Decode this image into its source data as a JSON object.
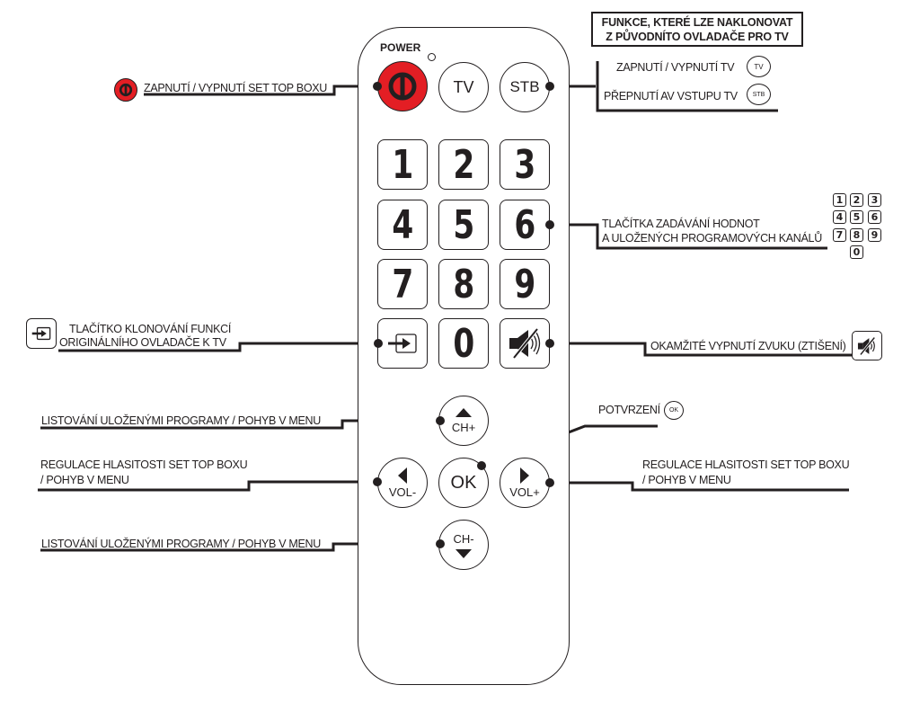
{
  "header_box": {
    "line1": "FUNKCE, KTERÉ LZE NAKLONOVAT",
    "line2": "Z PŮVODNÍTO OVLADAČE PRO TV"
  },
  "remote": {
    "power_label": "POWER",
    "buttons": {
      "tv": "TV",
      "stb": "STB",
      "ok": "OK",
      "ch_plus": "CH+",
      "ch_minus": "CH-",
      "vol_minus": "VOL-",
      "vol_plus": "VOL+"
    },
    "keypad": [
      "1",
      "2",
      "3",
      "4",
      "5",
      "6",
      "7",
      "8",
      "9",
      "0"
    ],
    "power_color": "#e31e24"
  },
  "callouts": {
    "power": "ZAPNUTÍ / VYPNUTÍ SET TOP BOXU",
    "tv_power": "ZAPNUTÍ / VYPNUTÍ TV",
    "av_input": "PŘEPNUTÍ AV VSTUPU TV",
    "numbers_line1": "TLAČÍTKA ZADÁVÁNÍ HODNOT",
    "numbers_line2": "A ULOŽENÝCH PROGRAMOVÝCH KANÁLŮ",
    "clone_line1": "TLAČÍTKO KLONOVÁNÍ FUNKCÍ",
    "clone_line2": "ORIGINÁLNÍHO OVLADAČE K TV",
    "mute": "OKAMŽITÉ VYPNUTÍ ZVUKU (ZTIŠENÍ)",
    "ch_up": "LISTOVÁNÍ ULOŽENÝMI PROGRAMY / POHYB V MENU",
    "confirm": "POTVRZENÍ",
    "vol_left_line1": "REGULACE HLASITOSTI SET TOP BOXU",
    "vol_left_line2": "/ POHYB V MENU",
    "vol_right_line1": "REGULACE HLASITOSTI SET TOP BOXU",
    "vol_right_line2": "/ POHYB V MENU",
    "ch_down": "LISTOVÁNÍ ULOŽENÝMI PROGRAMY / POHYB V MENU"
  },
  "icons": {
    "tv_small": "TV",
    "stb_small": "STB",
    "ok_small": "OK",
    "mini_keys": [
      "1",
      "2",
      "3",
      "4",
      "5",
      "6",
      "7",
      "8",
      "9",
      "0"
    ]
  }
}
